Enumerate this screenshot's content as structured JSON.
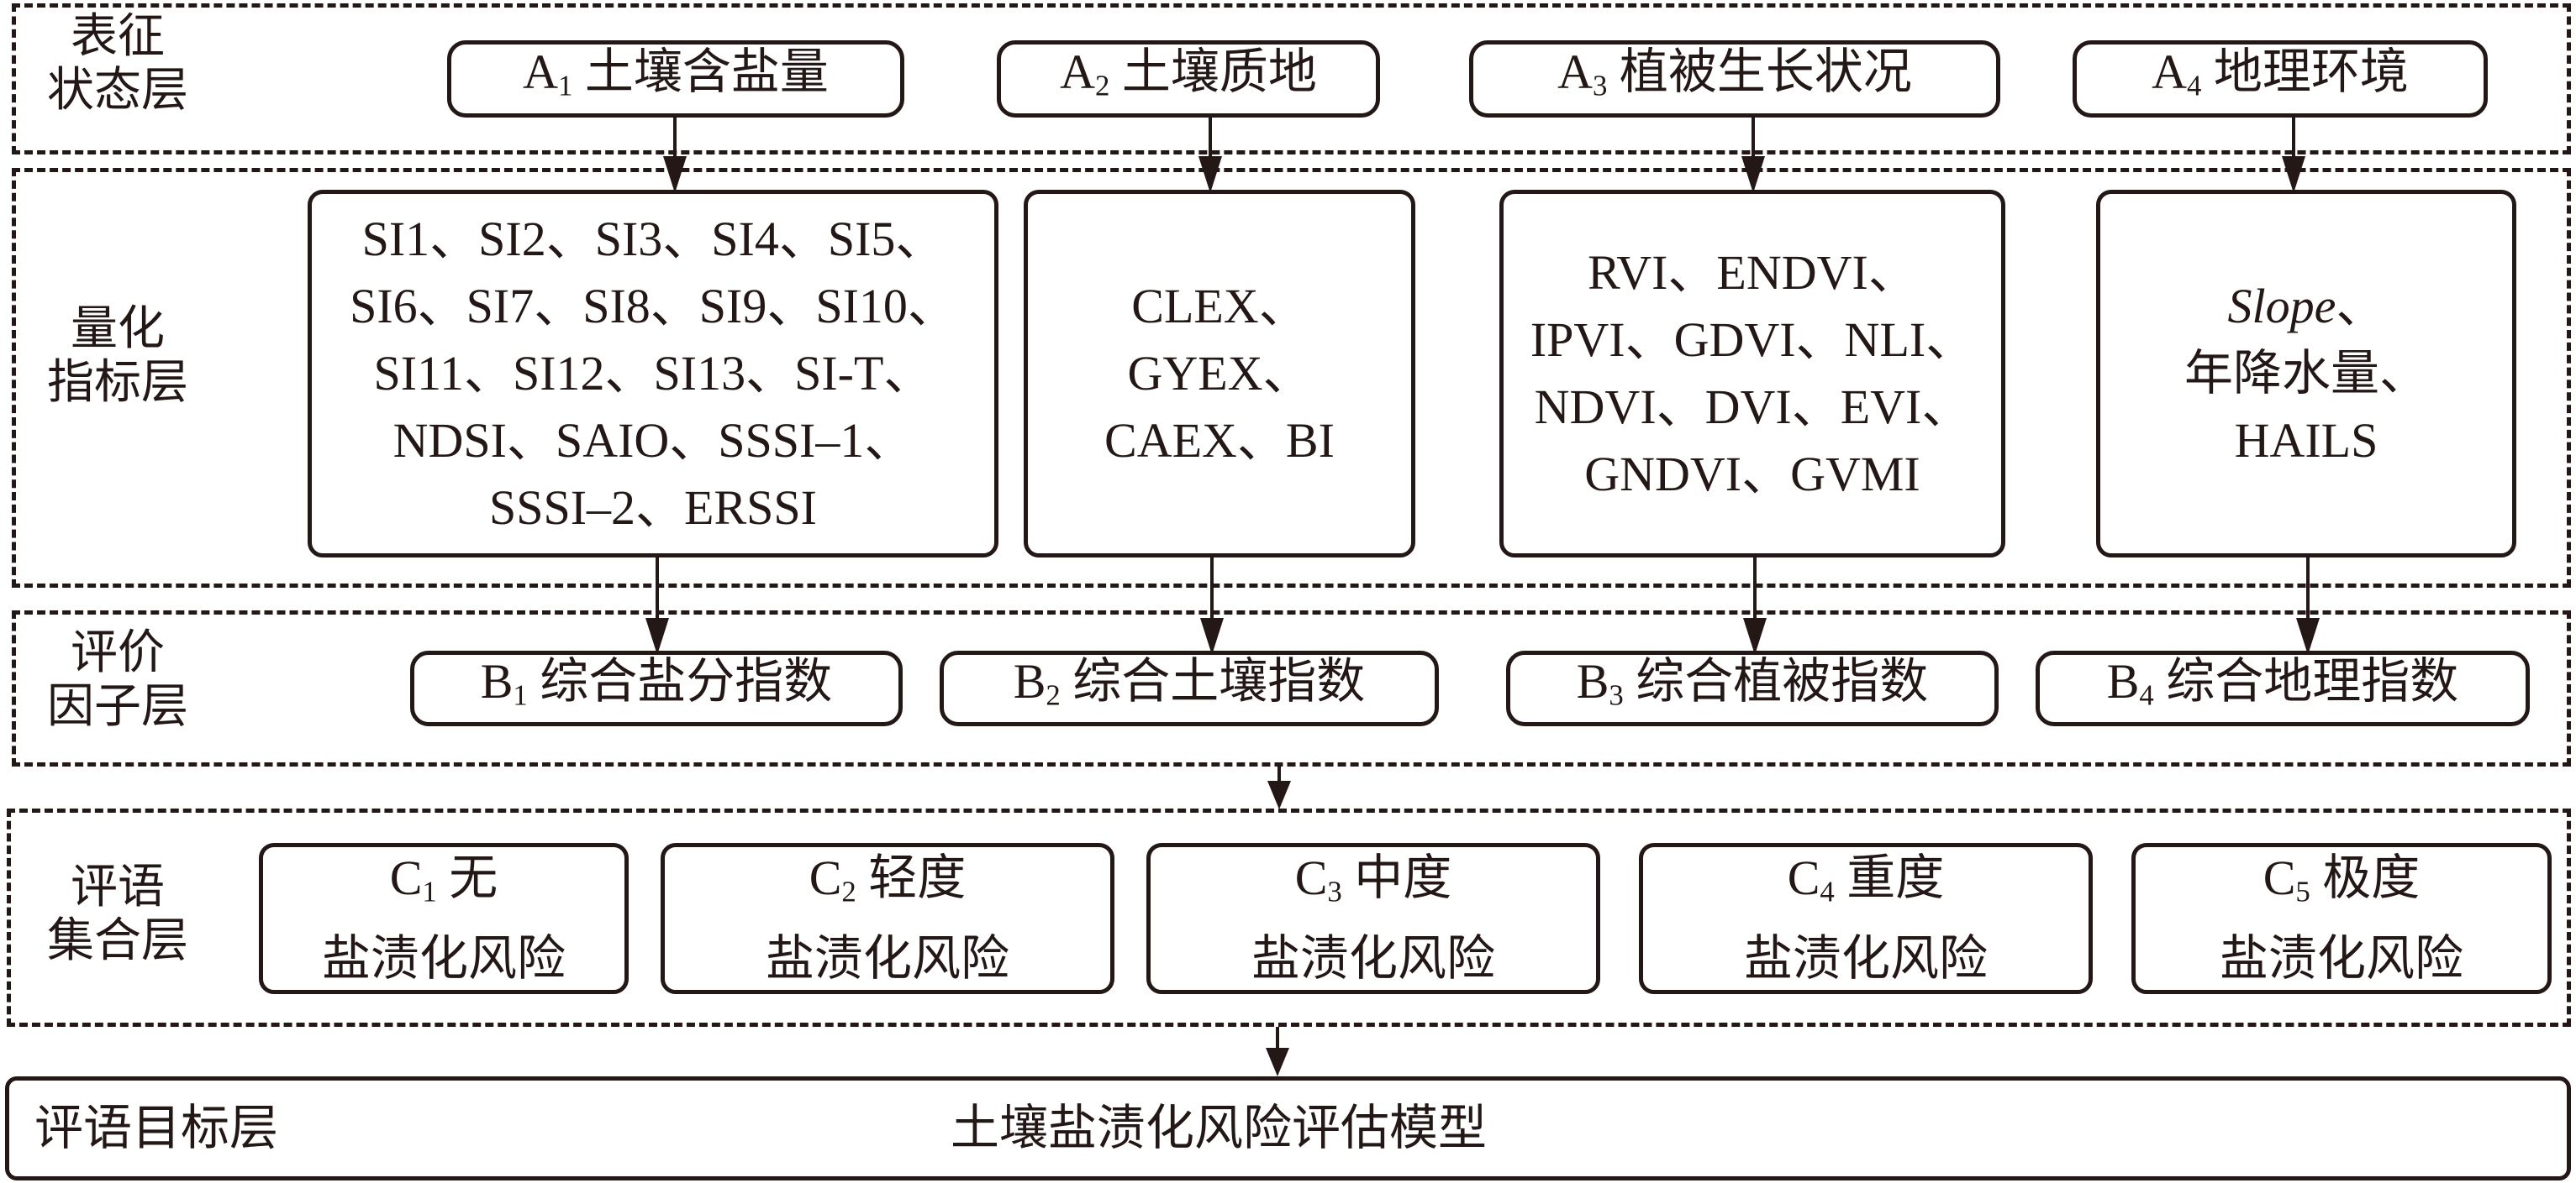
{
  "layers": {
    "representation": {
      "label": "表征\n状态层"
    },
    "quantification": {
      "label": "量化\n指标层"
    },
    "evaluation_factor": {
      "label": "评价\n因子层"
    },
    "comment_set": {
      "label": "评语\n集合层"
    },
    "target": {
      "label": "评语目标层"
    }
  },
  "a_nodes": [
    {
      "id": "A",
      "sub": "1",
      "text": "土壤含盐量"
    },
    {
      "id": "A",
      "sub": "2",
      "text": "土壤质地"
    },
    {
      "id": "A",
      "sub": "3",
      "text": "植被生长状况"
    },
    {
      "id": "A",
      "sub": "4",
      "text": "地理环境"
    }
  ],
  "indicator_boxes": [
    {
      "text": "SI1、SI2、SI3、SI4、SI5、\nSI6、SI7、SI8、SI9、SI10、\nSI11、SI12、SI13、SI-T、\nNDSI、SAIO、SSSI–1、\nSSSI–2、ERSSI"
    },
    {
      "text": "CLEX、\nGYEX、\nCAEX、BI"
    },
    {
      "text": "RVI、ENDVI、\nIPVI、GDVI、NLI、\nNDVI、DVI、EVI、\nGNDVI、GVMI"
    },
    {
      "italic_part": "Slope",
      "text": "、\n年降水量、\nHAILS"
    }
  ],
  "b_nodes": [
    {
      "id": "B",
      "sub": "1",
      "text": "综合盐分指数"
    },
    {
      "id": "B",
      "sub": "2",
      "text": "综合土壤指数"
    },
    {
      "id": "B",
      "sub": "3",
      "text": "综合植被指数"
    },
    {
      "id": "B",
      "sub": "4",
      "text": "综合地理指数"
    }
  ],
  "c_nodes": [
    {
      "id": "C",
      "sub": "1",
      "line1": "无",
      "line2": "盐渍化风险"
    },
    {
      "id": "C",
      "sub": "2",
      "line1": "轻度",
      "line2": "盐渍化风险"
    },
    {
      "id": "C",
      "sub": "3",
      "line1": "中度",
      "line2": "盐渍化风险"
    },
    {
      "id": "C",
      "sub": "4",
      "line1": "重度",
      "line2": "盐渍化风险"
    },
    {
      "id": "C",
      "sub": "5",
      "line1": "极度",
      "line2": "盐渍化风险"
    }
  ],
  "target": {
    "title": "土壤盐渍化风险评估模型"
  }
}
